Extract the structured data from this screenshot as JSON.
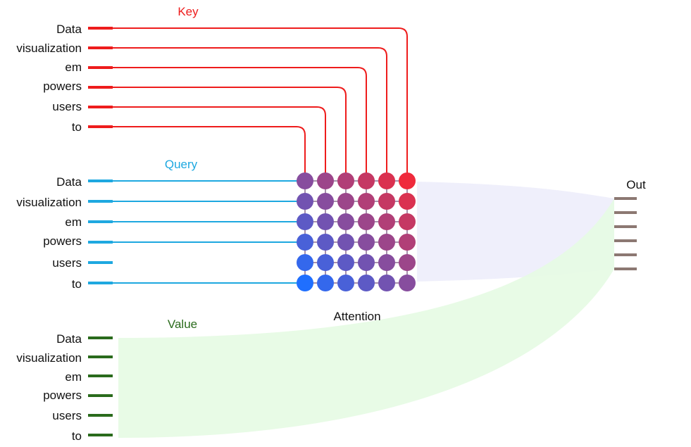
{
  "tokens": [
    "Data",
    "visualization",
    "em",
    "powers",
    "users",
    "to"
  ],
  "labels": {
    "key": "Key",
    "query": "Query",
    "value": "Value",
    "attention": "Attention",
    "out": "Out"
  },
  "colors": {
    "key": "#ee1c1c",
    "query": "#1ea8e0",
    "value": "#2a6b1c",
    "out_marker": "#8c7872",
    "grid_line": "#8a6b8f",
    "attention_band": "#eeeefb",
    "value_band": "#e6fbe3"
  },
  "attention_matrix": {
    "rows": 6,
    "cols": 6,
    "start_color": "#1f6fff",
    "end_color": "#ef2a3c"
  },
  "query_lines_present": [
    true,
    true,
    true,
    true,
    false,
    true
  ],
  "out_markers": 6
}
